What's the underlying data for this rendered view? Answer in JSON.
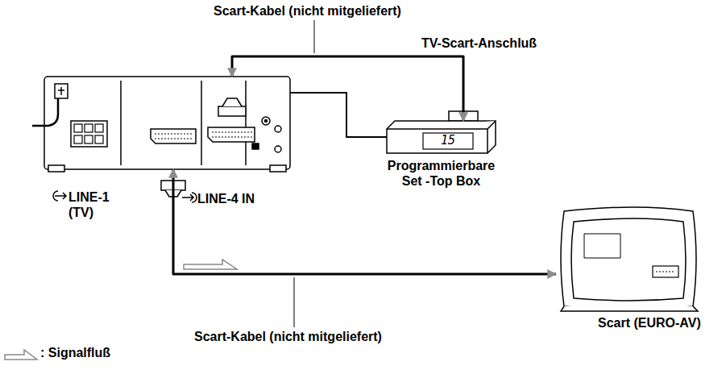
{
  "diagram": {
    "nodes": [
      {
        "text": [
          "LINE-1 (TV)",
          "LINE-4 IN"
        ]
      },
      {
        "text": [
          "15",
          "Programmierbare Set -Top Box"
        ]
      },
      {
        "text": [
          "Scart (EURO-AV)"
        ]
      }
    ],
    "edges": [
      {
        "from": 0,
        "to": 1,
        "arrow": "both",
        "label": "Scart-Kabel (nicht mitgeliefert)"
      },
      {
        "from": 0,
        "to": 1,
        "arrow": "none"
      },
      {
        "from": 0,
        "to": 2,
        "arrow": "both",
        "label": "Scart-Kabel (nicht mitgeliefert)"
      }
    ],
    "labels": [
      "TV-Scart-Anschluß"
    ],
    "legend": [
      {
        "text": ": Signalfluß"
      }
    ]
  }
}
